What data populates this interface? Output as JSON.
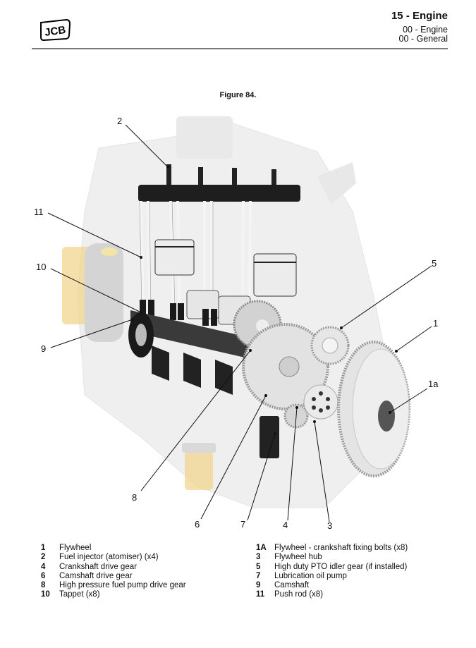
{
  "header": {
    "logo": "JCB",
    "section_title": "15 - Engine",
    "subsection": "00 - Engine",
    "topic": "00 - General"
  },
  "figure": {
    "title": "Figure 84.",
    "callouts": [
      "2",
      "11",
      "10",
      "9",
      "5",
      "1",
      "1a",
      "8",
      "6",
      "7",
      "4",
      "3"
    ]
  },
  "legend": {
    "left": [
      {
        "num": "1",
        "label": "Flywheel"
      },
      {
        "num": "2",
        "label": "Fuel injector (atomiser) (x4)"
      },
      {
        "num": "4",
        "label": "Crankshaft drive gear"
      },
      {
        "num": "6",
        "label": "Camshaft drive gear"
      },
      {
        "num": "8",
        "label": "High pressure fuel pump drive gear"
      },
      {
        "num": "10",
        "label": "Tappet (x8)"
      }
    ],
    "right": [
      {
        "num": "1A",
        "label": "Flywheel - crankshaft fixing bolts (x8)"
      },
      {
        "num": "3",
        "label": "Flywheel hub"
      },
      {
        "num": "5",
        "label": "High duty PTO idler gear (if installed)"
      },
      {
        "num": "7",
        "label": "Lubrication oil pump"
      },
      {
        "num": "9",
        "label": "Camshaft"
      },
      {
        "num": "11",
        "label": "Push rod (x8)"
      }
    ]
  },
  "colors": {
    "rule": "#7a7a7a",
    "filter_yellow": "#f2d48a"
  }
}
